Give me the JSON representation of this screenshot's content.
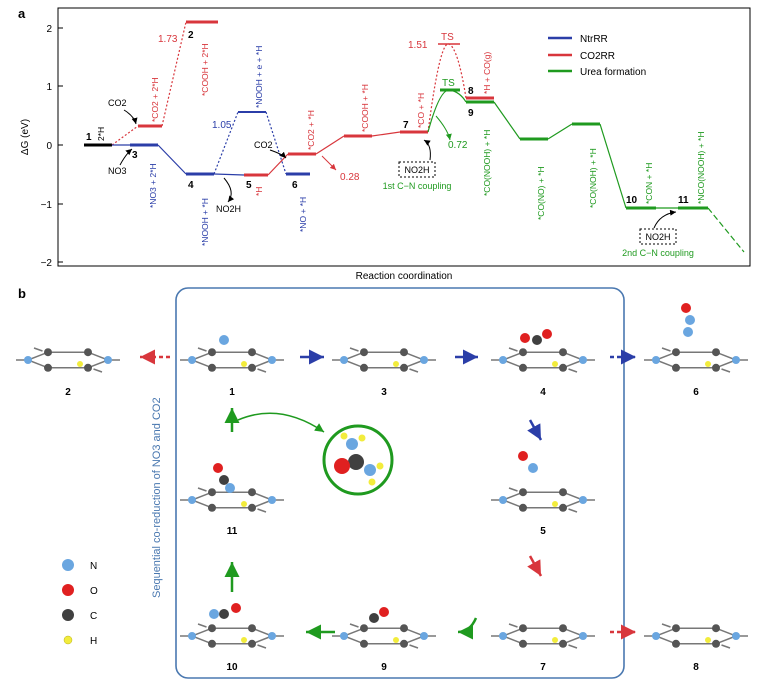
{
  "panel_a": {
    "label": "a",
    "y_axis_label": "ΔG (eV)",
    "x_axis_label": "Reaction coordination",
    "y_ticks": [
      "2",
      "1",
      "0",
      "−1",
      "−2"
    ],
    "legend": [
      {
        "label": "NtrRR",
        "color": "#2b3ea8"
      },
      {
        "label": "CO2RR",
        "color": "#d8363c"
      },
      {
        "label": "Urea formation",
        "color": "#1f9a1f"
      }
    ],
    "colors": {
      "ntr": "#2b3ea8",
      "co2": "#d8363c",
      "urea": "#1f9a1f",
      "start": "#000000"
    },
    "species": {
      "s1": "2*H",
      "s3": "*NO3 + 2*H",
      "s4": "*NOOH + *H",
      "s5": "*H",
      "s6": "*NO + *H",
      "s7": "*CO + *H",
      "s8": "*H + CO(g)",
      "s9": "*CO(NOOH) + *H",
      "s2": "*COOH + 2*H",
      "co2_a": "*CO2 + 2*H",
      "nooh_e": "*NOOH + e + *H",
      "co2_b": "*CO2 + *H",
      "cooh_b": "*COOH + *H",
      "con_o": "*CO(NO) + *H",
      "con_oh": "*CO(NOH) + *H",
      "s10": "*CON + *H",
      "s11": "*NCO(NOOH) + *H"
    },
    "numbers": {
      "n1": "1",
      "n2": "2",
      "n3": "3",
      "n4": "4",
      "n5": "5",
      "n6": "6",
      "n7": "7",
      "n8": "8",
      "n9": "9",
      "n10": "10",
      "n11": "11"
    },
    "values": {
      "v173": "1.73",
      "v105": "1.05",
      "v151": "1.51",
      "v028": "0.28",
      "v072": "0.72"
    },
    "ts": "TS",
    "reagents": {
      "co2": "CO2",
      "no3": "NO3",
      "no2h": "NO2H",
      "no2h_box": "NO2H"
    },
    "couplings": {
      "first": "1st C−N coupling",
      "second": "2nd C−N coupling"
    }
  },
  "panel_b": {
    "label": "b",
    "side_text": "Sequential co-reduction of NO3 and CO2",
    "states": [
      "1",
      "3",
      "4",
      "6",
      "5",
      "7",
      "8",
      "9",
      "10",
      "11",
      "2"
    ],
    "legend": [
      {
        "label": "N",
        "color": "#6aa6e0"
      },
      {
        "label": "O",
        "color": "#e02020"
      },
      {
        "label": "C",
        "color": "#404040"
      },
      {
        "label": "H",
        "color": "#f2ec3c"
      }
    ]
  }
}
